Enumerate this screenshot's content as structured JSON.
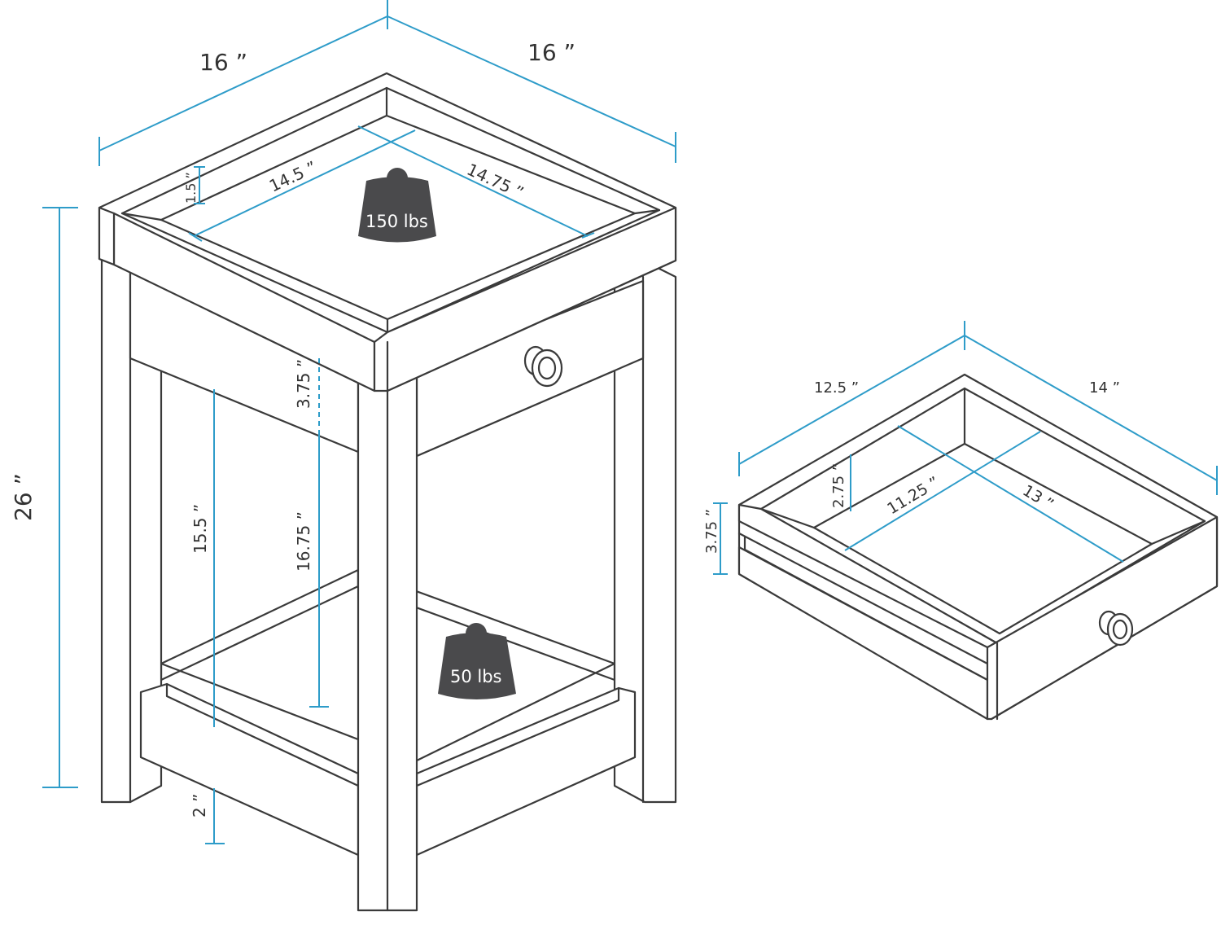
{
  "dimensions": {
    "table_width": "16 ”",
    "table_depth": "16 ”",
    "table_height": "26 ”",
    "top_inner_width": "14.5 ”",
    "top_inner_depth": "14.75 ”",
    "top_rim_height": "1.5 ”",
    "drawer_face_height": "3.75 ”",
    "shelf_clearance": "15.5 ”",
    "drawer_to_shelf": "16.75 ”",
    "shelf_to_floor": "2 ”",
    "drawer_width": "12.5 ”",
    "drawer_depth": "14 ”",
    "drawer_inner_width": "11.25 ”",
    "drawer_inner_depth": "13 ”",
    "drawer_inner_height": "2.75 ”",
    "drawer_height": "3.75 ”"
  },
  "weights": {
    "top_capacity": "150 lbs",
    "shelf_capacity": "50 lbs"
  },
  "colors": {
    "dimension_line": "#2e9cc9",
    "outline": "#3a3a3a",
    "weight_fill": "#4a4a4c"
  }
}
